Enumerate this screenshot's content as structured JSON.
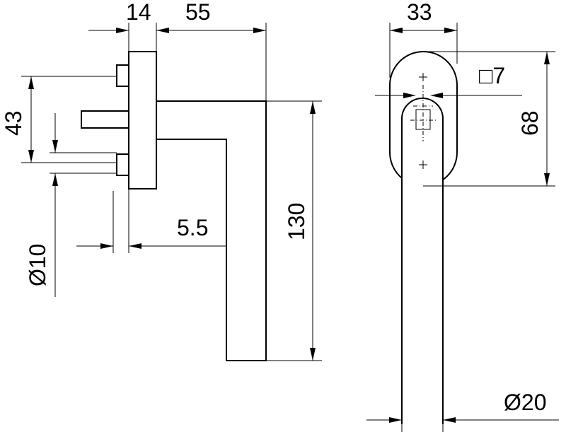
{
  "dimensions": {
    "d14": "14",
    "d55": "55",
    "d43": "43",
    "d10": "Ø10",
    "d5_5": "5.5",
    "d130": "130",
    "d33": "33",
    "d68": "68",
    "sq7": "□7",
    "d20": "Ø20"
  }
}
